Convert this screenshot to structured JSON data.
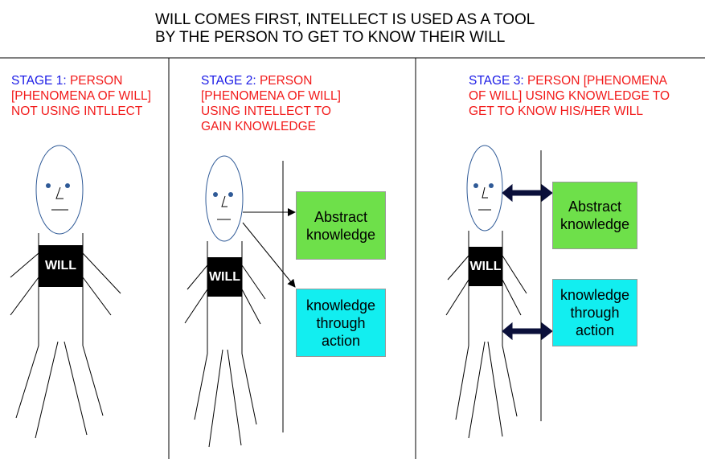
{
  "title": {
    "line1": "WILL COMES FIRST, INTELLECT IS USED AS A TOOL",
    "line2": "BY THE PERSON TO GET TO KNOW THEIR WILL"
  },
  "stages": [
    {
      "label": "STAGE 1:",
      "line1": "PERSON",
      "line2": "[PHENOMENA OF WILL]",
      "line3": "NOT USING  INTLLECT",
      "will": "WILL"
    },
    {
      "label": "STAGE 2:",
      "line1": "PERSON",
      "line2": "[PHENOMENA OF WILL]",
      "line3": "USING INTELLECT TO",
      "line4": "GAIN KNOWLEDGE",
      "will": "WILL",
      "box_abstract": [
        "Abstract",
        "knowledge"
      ],
      "box_action": [
        "knowledge",
        "through",
        "action"
      ]
    },
    {
      "label": "STAGE 3:",
      "line1": "PERSON [PHENOMENA",
      "line2": "OF WILL] USING KNOWLEDGE TO",
      "line3": "GET TO KNOW HIS/HER WILL",
      "will": "WILL",
      "box_abstract": [
        "Abstract",
        "knowledge"
      ],
      "box_action": [
        "knowledge",
        "through",
        "action"
      ]
    }
  ],
  "colors": {
    "label": "#1a1ae6",
    "text": "#f21a1a",
    "abstract_box": "#6ee04a",
    "action_box": "#12eef0",
    "head": "#2f5a97"
  }
}
